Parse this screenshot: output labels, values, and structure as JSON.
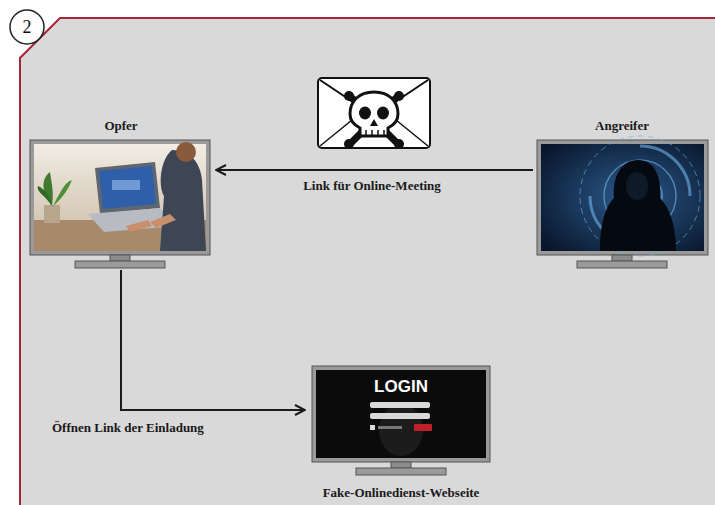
{
  "diagram": {
    "nodes": [
      {
        "text": [
          "Opfer"
        ]
      },
      {
        "text": [
          "Angreifer"
        ]
      },
      {
        "text": [
          "Fake-Onlinedienst-Webseite"
        ]
      }
    ],
    "edges": [
      {
        "from": 1,
        "to": 0,
        "arrow": "to",
        "label": "Link für Online-Meeting"
      },
      {
        "from": 0,
        "to": 2,
        "arrow": "to",
        "label": "Öffnen Link der Einladung"
      }
    ],
    "labels": [
      "2",
      "LOGIN"
    ]
  }
}
